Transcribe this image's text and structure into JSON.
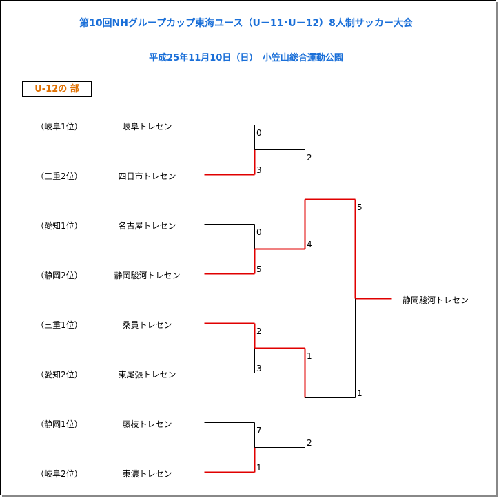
{
  "title": "第10回NHグループカップ東海ユース（U－11･U－12）8人制サッカー大会",
  "subtitle": "平成25年11月10日（日）　小笠山総合運動公園",
  "section_label": "U-12の 部",
  "entries": [
    {
      "seed": "（岐阜1位）",
      "team": "岐阜トレセン"
    },
    {
      "seed": "（三重2位）",
      "team": "四日市トレセン"
    },
    {
      "seed": "（愛知1位）",
      "team": "名古屋トレセン"
    },
    {
      "seed": "（静岡2位）",
      "team": "静岡駿河トレセン"
    },
    {
      "seed": "（三重1位）",
      "team": "桑員トレセン"
    },
    {
      "seed": "（愛知2位）",
      "team": "東尾張トレセン"
    },
    {
      "seed": "（静岡1位）",
      "team": "藤枝トレセン"
    },
    {
      "seed": "（岐阜2位）",
      "team": "東濃トレセン"
    }
  ],
  "scores": {
    "r1": [
      "0",
      "3",
      "0",
      "5",
      "2",
      "3",
      "7",
      "1"
    ],
    "r2": [
      "2",
      "4",
      "1",
      "2"
    ],
    "final": [
      "5",
      "1"
    ]
  },
  "champion": "静岡駿河トレセン",
  "colors": {
    "title": "#1a6fd8",
    "section_label": "#e07000",
    "winner_line": "#e00000",
    "loser_line": "#000000"
  },
  "winners": {
    "r1": [
      1,
      1,
      0,
      1
    ],
    "r2": [
      1,
      0
    ],
    "final": 0
  }
}
